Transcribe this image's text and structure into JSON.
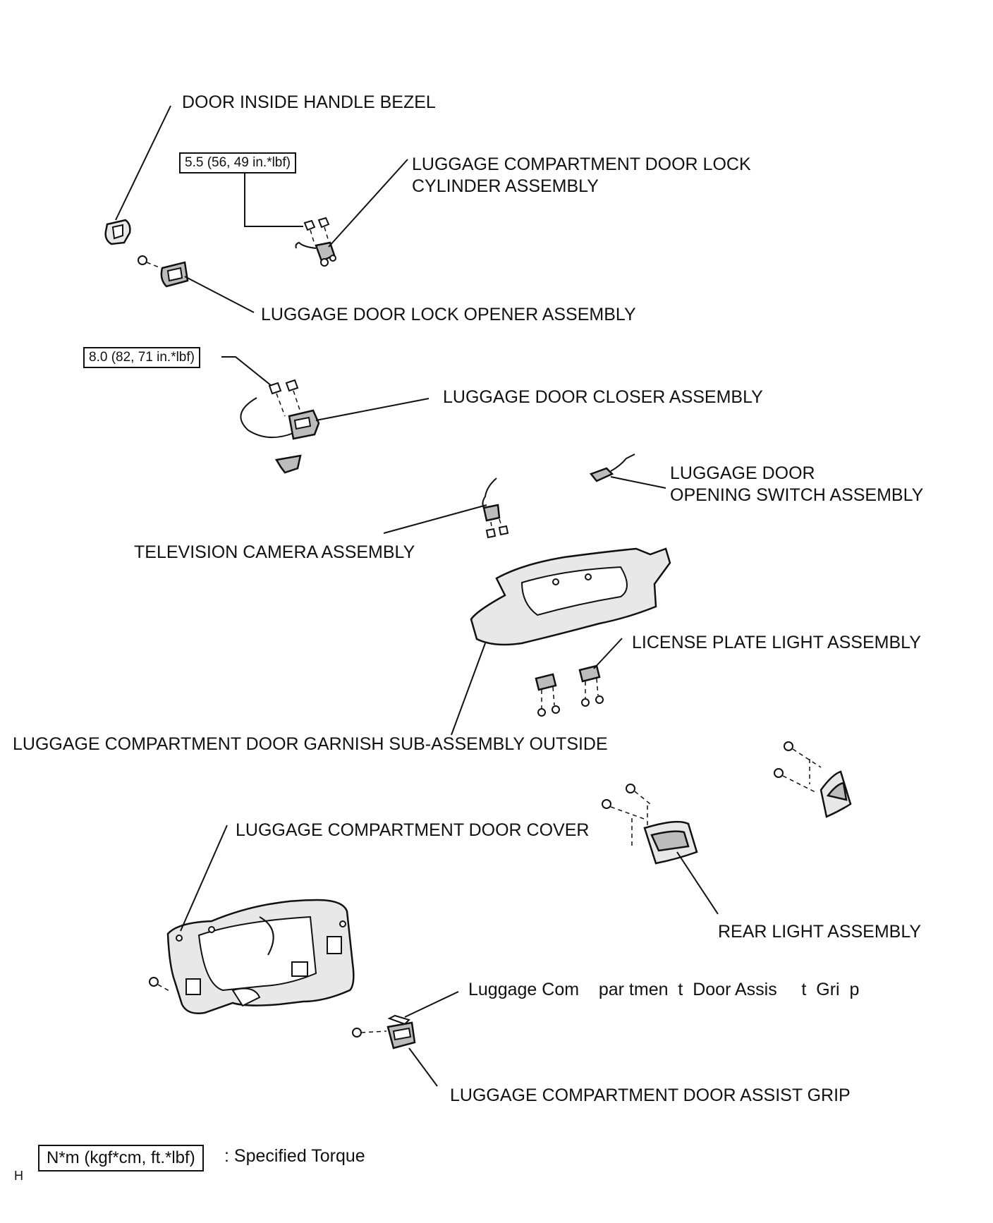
{
  "labels": {
    "door_inside_handle_bezel": "DOOR INSIDE HANDLE BEZEL",
    "lock_cylinder_line1": "LUGGAGE COMPARTMENT DOOR LOCK",
    "lock_cylinder_line2": "CYLINDER ASSEMBLY",
    "lock_opener": "LUGGAGE DOOR LOCK OPENER ASSEMBLY",
    "door_closer": "LUGGAGE DOOR CLOSER ASSEMBLY",
    "opening_switch_line1": "LUGGAGE DOOR",
    "opening_switch_line2": "OPENING SWITCH ASSEMBLY",
    "television_camera": "TELEVISION CAMERA ASSEMBLY",
    "license_plate_light": "LICENSE PLATE LIGHT ASSEMBLY",
    "garnish_outside": "LUGGAGE COMPARTMENT DOOR GARNISH SUB-ASSEMBLY OUTSIDE",
    "door_cover": "LUGGAGE COMPARTMENT DOOR COVER",
    "rear_light": "REAR LIGHT ASSEMBLY",
    "assist_grip_mixed": "Luggage Com    par tmen  t  Door Assis     t  Gri  p",
    "assist_grip": "LUGGAGE COMPARTMENT DOOR ASSIST GRIP"
  },
  "torques": {
    "lock_cylinder": "5.5 (56, 49 in.*lbf)",
    "door_closer": "8.0 (82, 71 in.*lbf)"
  },
  "legend": {
    "box_text": "N*m (kgf*cm, ft.*lbf)",
    "description": ": Specified Torque",
    "corner_code": "H"
  }
}
